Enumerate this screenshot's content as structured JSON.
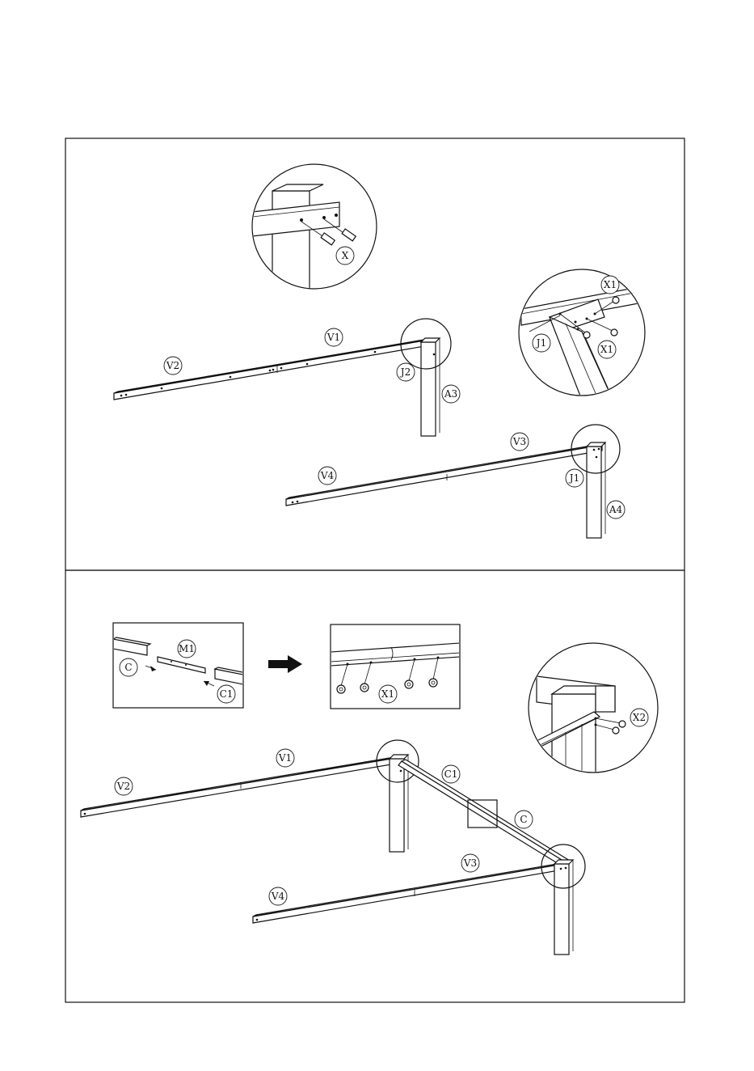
{
  "labels": {
    "x": "X",
    "x1": "X1",
    "x2": "X2",
    "j1": "J1",
    "j2": "J2",
    "a3": "A3",
    "a4": "A4",
    "v1": "V1",
    "v2": "V2",
    "v3": "V3",
    "v4": "V4",
    "c": "C",
    "c1": "C1",
    "m1": "M1"
  },
  "colors": {
    "line": "#111111",
    "background": "#ffffff"
  },
  "icons": [
    "arrow-right-icon"
  ]
}
